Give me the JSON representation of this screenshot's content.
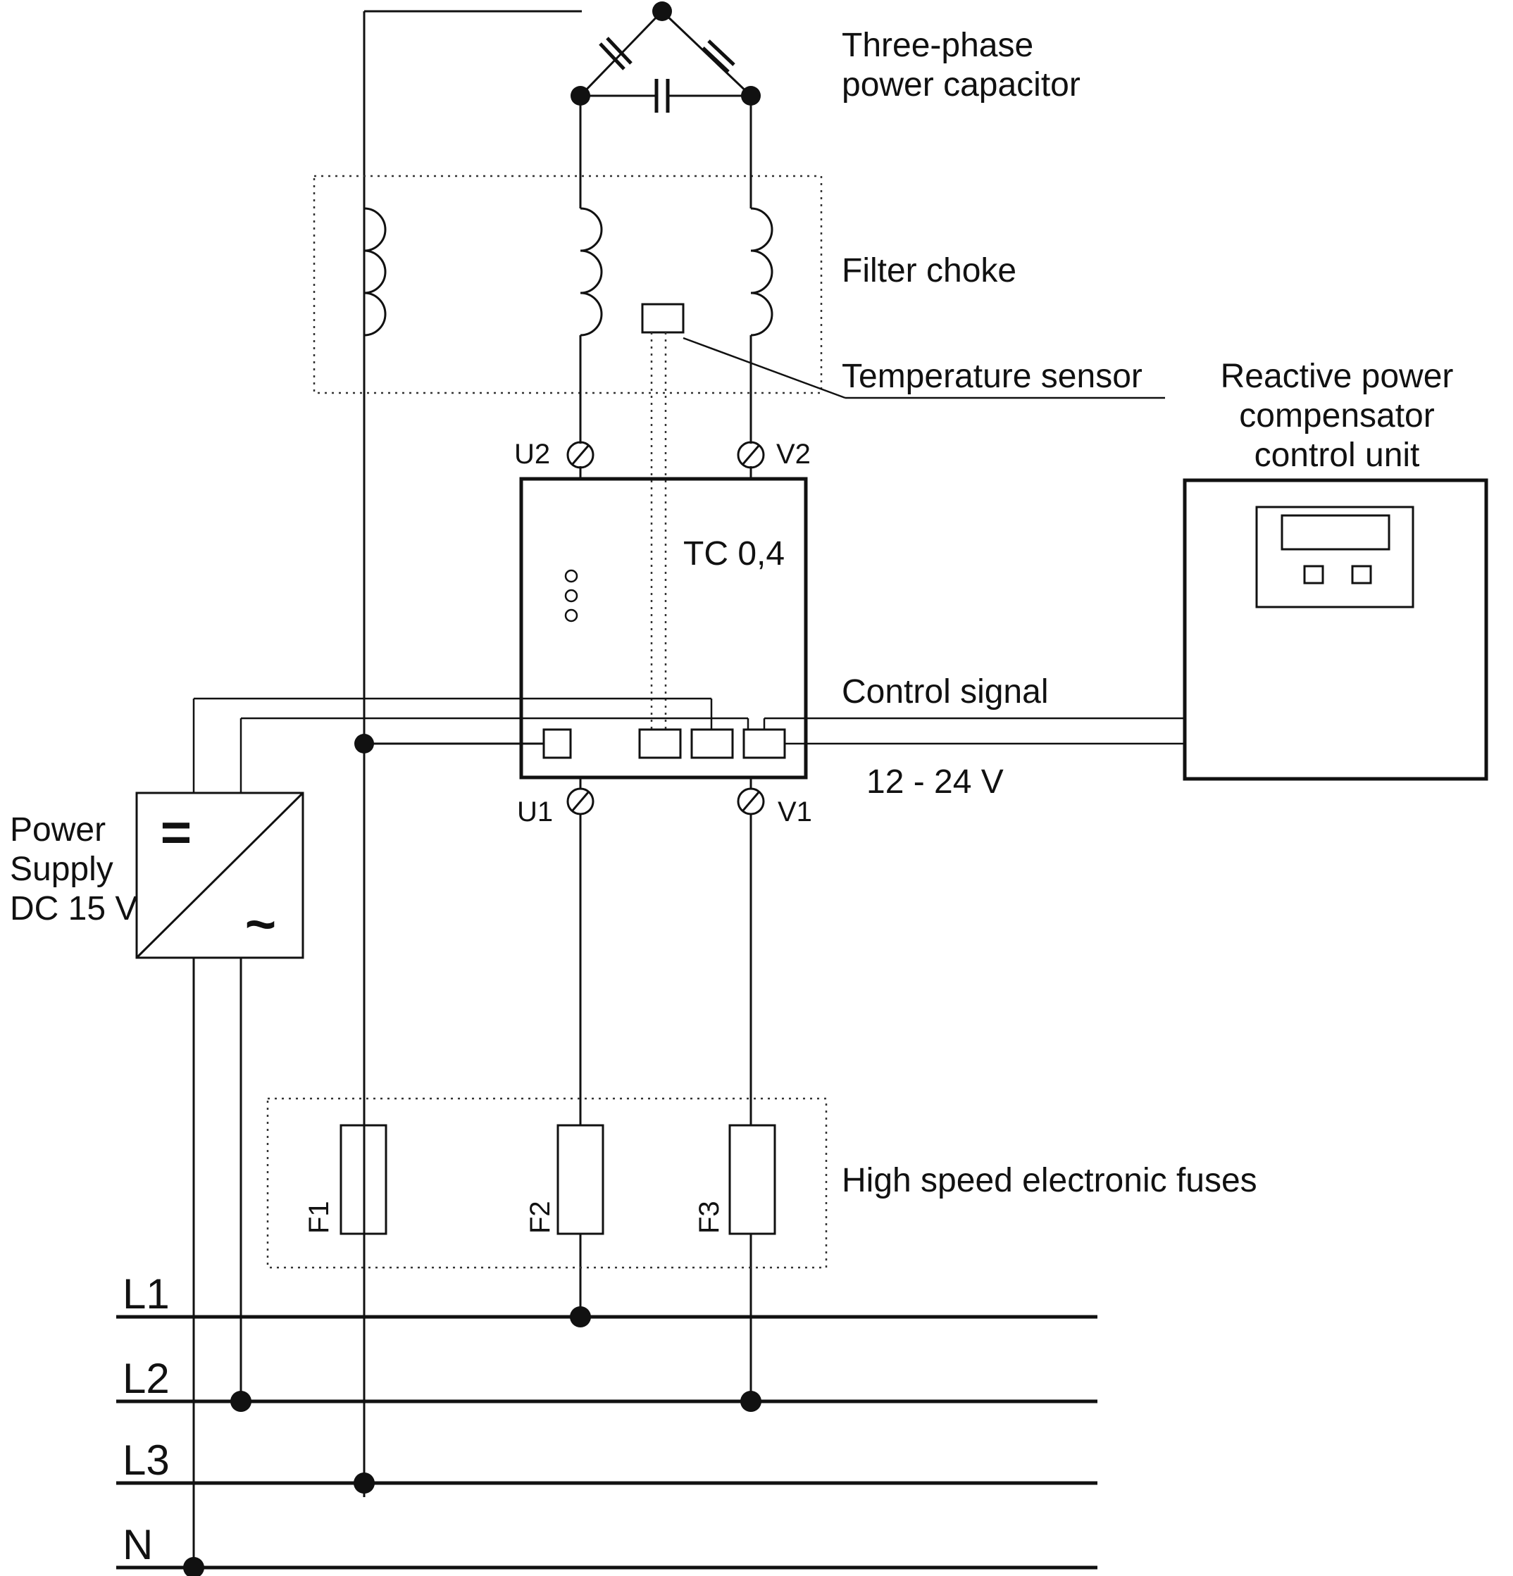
{
  "labels": {
    "capacitor_line1": "Three-phase",
    "capacitor_line2": "power capacitor",
    "filter_choke": "Filter choke",
    "temperature_sensor": "Temperature sensor",
    "controller_line1": "Reactive power",
    "controller_line2": "compensator",
    "controller_line3": "control unit",
    "module": "TC 0,4",
    "control_signal": "Control signal",
    "voltage_range": "12 - 24 V",
    "psu_line1": "Power",
    "psu_line2": "Supply",
    "psu_line3": "DC 15 V",
    "psu_dc_symbol": "=",
    "psu_ac_symbol": "~",
    "fuses": "High speed electronic fuses"
  },
  "terminals": {
    "u2": "U2",
    "v2": "V2",
    "u1": "U1",
    "v1": "V1"
  },
  "fuse_names": [
    "F1",
    "F2",
    "F3"
  ],
  "buses": [
    "L1",
    "L2",
    "L3",
    "N"
  ],
  "colors": {
    "line": "#111111",
    "background": "#ffffff"
  }
}
